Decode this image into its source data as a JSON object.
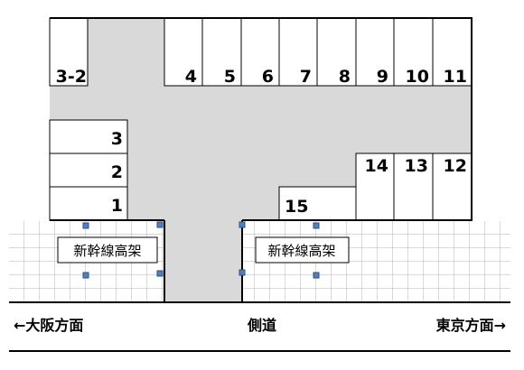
{
  "colors": {
    "background": "#ffffff",
    "lot_gray": "#d9d9d9",
    "grid_line": "#b3b3b3",
    "outline": "#000000",
    "handle_fill": "#4f81bd",
    "handle_border": "#2f4f7f"
  },
  "stalls": [
    {
      "label": "3-2"
    },
    {
      "label": "4"
    },
    {
      "label": "5"
    },
    {
      "label": "6"
    },
    {
      "label": "7"
    },
    {
      "label": "8"
    },
    {
      "label": "9"
    },
    {
      "label": "10"
    },
    {
      "label": "11"
    },
    {
      "label": "3"
    },
    {
      "label": "2"
    },
    {
      "label": "1"
    },
    {
      "label": "14"
    },
    {
      "label": "13"
    },
    {
      "label": "12"
    },
    {
      "label": "15"
    }
  ],
  "viaduct": {
    "left_label": "新幹線高架",
    "right_label": "新幹線高架"
  },
  "road": {
    "left": "←大阪方面",
    "center": "側道",
    "right": "東京方面→"
  }
}
